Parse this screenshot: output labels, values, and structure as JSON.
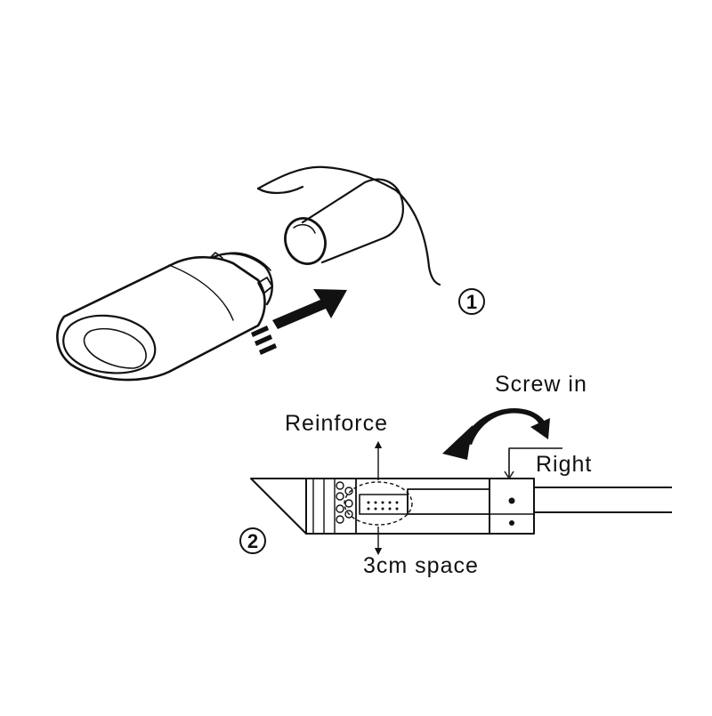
{
  "step1": {
    "number": "1"
  },
  "step2": {
    "number": "2",
    "labels": {
      "screw_in": "Screw in",
      "reinforce": "Reinforce",
      "right": "Right",
      "space": "3cm space"
    }
  },
  "colors": {
    "ink": "#111111",
    "paper": "#ffffff"
  }
}
